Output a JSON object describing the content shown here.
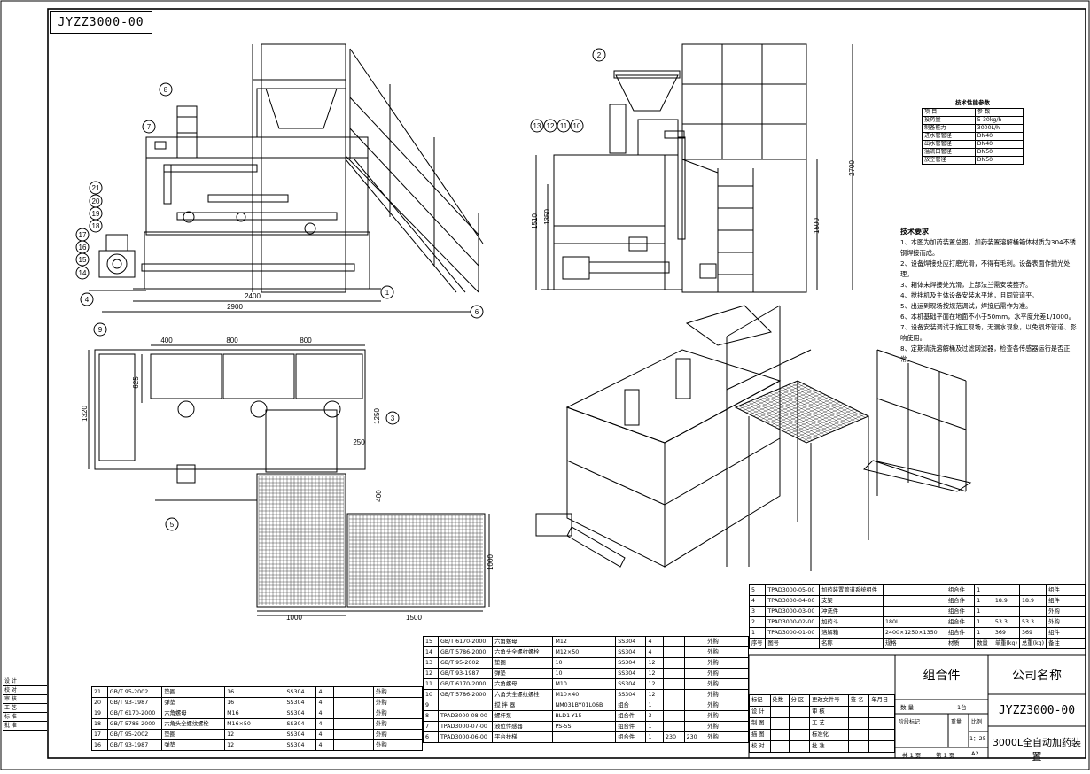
{
  "drawing_code_frame": "JYZZ3000-00",
  "left_strip_labels": [
    "设 计",
    "校 对",
    "审 核",
    "工 艺",
    "标 准",
    "批 准"
  ],
  "callouts": [
    "1",
    "2",
    "3",
    "4",
    "5",
    "6",
    "7",
    "8",
    "9",
    "10",
    "11",
    "12",
    "13",
    "14",
    "15",
    "16",
    "17",
    "18",
    "19",
    "20",
    "21"
  ],
  "dimensions": {
    "front_2400": "2400",
    "front_2900": "2900",
    "side_1510": "1510",
    "side_1350": "1350",
    "side_2700": "2700",
    "side_1500": "1500",
    "top_400": "400",
    "top_800a": "800",
    "top_800b": "800",
    "top_625": "625",
    "top_1320": "1320",
    "top_1250": "1250",
    "top_250": "250",
    "top_400b": "400",
    "top_1000w": "1000",
    "top_1500": "1500",
    "top_1000h": "1000"
  },
  "params_table": {
    "title": "技术性能参数",
    "rows": [
      [
        "项 目",
        "参 数"
      ],
      [
        "投药量",
        "5-30kg/h"
      ],
      [
        "制备能力",
        "3000L/h"
      ],
      [
        "进水管管径",
        "DN40"
      ],
      [
        "出水管管径",
        "DN40"
      ],
      [
        "溢流口管径",
        "DN50"
      ],
      [
        "放空管径",
        "DN50"
      ]
    ]
  },
  "tech_requirements": {
    "title": "技术要求",
    "lines": [
      "1、本图为加药装置总图，加药装置溶解桶箱体材质为304不锈钢焊接而成。",
      "2、设备焊接处应打磨光滑，不得有毛刺。设备表面作抛光处理。",
      "3、箱体未焊接处光滑，上部法兰需安装整齐。",
      "4、搅拌机及主体设备安装水平地，且同管道平。",
      "5、出运到现场按规范调试，焊接后需作为准。",
      "6、本机基础平面在地面不小于50mm，水平度允差1/1000。",
      "7、设备安装调试于施工现场，无漏水现象，以免损坏管道、影响使用。",
      "8、定期清洗溶解桶及过滤网滤器，检查各传感器运行是否正常。"
    ]
  },
  "bom_upper": {
    "rows": [
      [
        "5",
        "TPAD3000-05-00",
        "加药装置管道系统组件",
        "",
        "组合件",
        "1",
        "",
        "",
        "组件"
      ],
      [
        "4",
        "TPAD3000-04-00",
        "支架",
        "",
        "组合件",
        "1",
        "18.9",
        "18.9",
        "组件"
      ],
      [
        "3",
        "TPAD3000-03-00",
        "冲洗件",
        "",
        "组合件",
        "1",
        "",
        "",
        "外购"
      ],
      [
        "2",
        "TPAD3000-02-00",
        "加药斗",
        "180L",
        "组合件",
        "1",
        "53.3",
        "53.3",
        "外购"
      ],
      [
        "1",
        "TPAD3000-01-00",
        "溶解箱",
        "2400×1250×1350",
        "组合件",
        "1",
        "369",
        "369",
        "组件"
      ]
    ],
    "header": [
      "序号",
      "图号",
      "名称",
      "规格",
      "材质",
      "数量",
      "单重(kg)",
      "总重(kg)",
      "备注"
    ]
  },
  "bom_left": [
    [
      "21",
      "GB/T 95-2002",
      "垫圈",
      "16",
      "SS304",
      "4",
      "",
      "",
      "外购"
    ],
    [
      "20",
      "GB/T 93-1987",
      "弹垫",
      "16",
      "SS304",
      "4",
      "",
      "",
      "外购"
    ],
    [
      "19",
      "GB/T 6170-2000",
      "六角螺母",
      "M16",
      "SS304",
      "4",
      "",
      "",
      "外购"
    ],
    [
      "18",
      "GB/T 5786-2000",
      "六角头全螺纹螺栓",
      "M16×50",
      "SS304",
      "4",
      "",
      "",
      "外购"
    ],
    [
      "17",
      "GB/T 95-2002",
      "垫圈",
      "12",
      "SS304",
      "4",
      "",
      "",
      "外购"
    ],
    [
      "16",
      "GB/T 93-1987",
      "弹垫",
      "12",
      "SS304",
      "4",
      "",
      "",
      "外购"
    ]
  ],
  "bom_right": [
    [
      "15",
      "GB/T 6170-2000",
      "六角螺母",
      "M12",
      "SS304",
      "4",
      "",
      "",
      "外购"
    ],
    [
      "14",
      "GB/T 5786-2000",
      "六角头全螺纹螺栓",
      "M12×50",
      "SS304",
      "4",
      "",
      "",
      "外购"
    ],
    [
      "13",
      "GB/T 95-2002",
      "垫圈",
      "10",
      "SS304",
      "12",
      "",
      "",
      "外购"
    ],
    [
      "12",
      "GB/T 93-1987",
      "弹垫",
      "10",
      "SS304",
      "12",
      "",
      "",
      "外购"
    ],
    [
      "11",
      "GB/T 6170-2000",
      "六角螺母",
      "M10",
      "SS304",
      "12",
      "",
      "",
      "外购"
    ],
    [
      "10",
      "GB/T 5786-2000",
      "六角头全螺纹螺栓",
      "M10×40",
      "SS304",
      "12",
      "",
      "",
      "外购"
    ],
    [
      "9",
      "",
      "搅 拌 器",
      "NM031BY01L06B",
      "组合",
      "1",
      "",
      "",
      "外购"
    ],
    [
      "8",
      "TPAD3000-08-00",
      "螺杆泵",
      "BLD1-Y15",
      "组合件",
      "3",
      "",
      "",
      "外购"
    ],
    [
      "7",
      "TPAD3000-07-00",
      "液位传感器",
      "PS-5S",
      "组合件",
      "1",
      "",
      "",
      "外购"
    ],
    [
      "6",
      "TPAD3000-06-00",
      "平台扶梯",
      "",
      "组合件",
      "1",
      "230",
      "230",
      "外购"
    ]
  ],
  "title_block": {
    "assembly_label": "组合件",
    "company": "公司名称",
    "drawing_no": "JYZZ3000-00",
    "product_name": "3000L全自动加药装置",
    "scale": "1：25",
    "sheet_size": "A2",
    "sheets": "共 1 页",
    "sheet_no": "第 1 页",
    "count_label": "1台",
    "rows_left": [
      "标记",
      "处数",
      "分 区",
      "更改文件号",
      "签 名",
      "年月日"
    ],
    "roles": [
      "设 计",
      "制 图",
      "描 图",
      "校 对"
    ],
    "roles2": [
      "审 核",
      "工 艺",
      "标准化",
      "批 准"
    ],
    "stage_labels": [
      "阶段标记",
      "重量",
      "比例"
    ],
    "qty_label": "数  量"
  }
}
